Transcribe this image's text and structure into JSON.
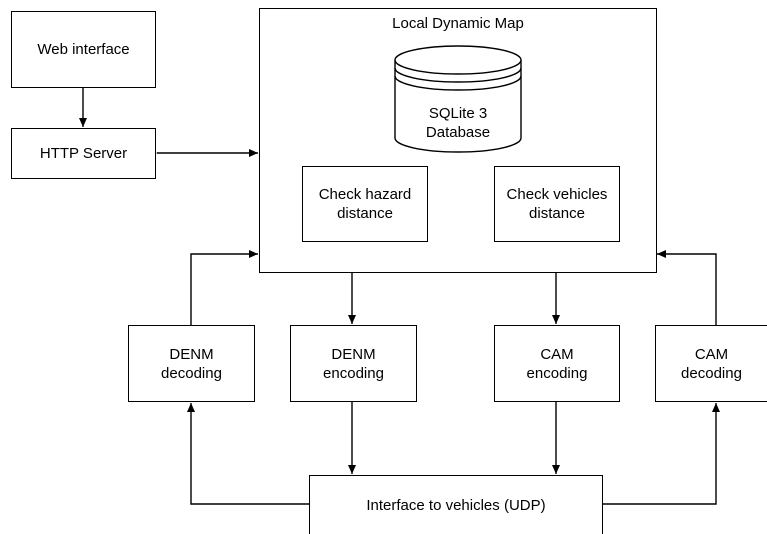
{
  "diagram": {
    "web_interface": "Web interface",
    "http_server": "HTTP Server",
    "ldm": {
      "title": "Local Dynamic Map",
      "database": "SQLite 3\nDatabase",
      "check_hazard": "Check hazard\ndistance",
      "check_vehicles": "Check vehicles\ndistance"
    },
    "denm_decoding": "DENM\ndecoding",
    "denm_encoding": "DENM\nencoding",
    "cam_encoding": "CAM\nencoding",
    "cam_decoding": "CAM\ndecoding",
    "interface_vehicles": "Interface to vehicles (UDP)"
  },
  "colors": {
    "stroke": "#000000",
    "background": "#ffffff"
  }
}
